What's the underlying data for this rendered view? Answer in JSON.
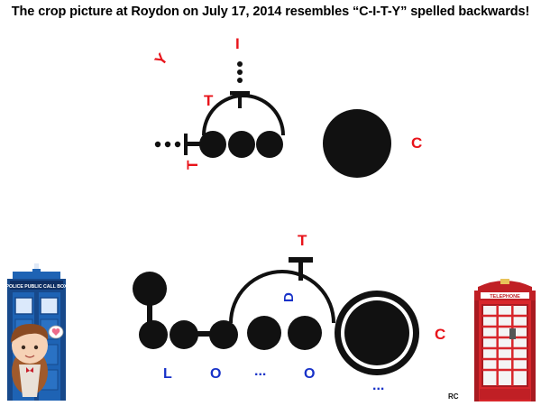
{
  "headline": "The crop picture at Roydon on July 17, 2014 resembles “C-I-T-Y” spelled backwards!",
  "top_glyph": {
    "letter_y": "Y",
    "letter_i": "I",
    "letter_t_upper": "T",
    "letter_t_side": "T",
    "letter_c": "C"
  },
  "bottom_glyph": {
    "letter_t": "T",
    "letter_d": "D",
    "letter_c": "C",
    "letter_l": "L",
    "letter_o1": "O",
    "ellipsis1": "...",
    "letter_o2": "O",
    "ellipsis2": "..."
  },
  "credit": "RC",
  "tardis": {
    "sign": "POLICE PUBLIC CALL BOX"
  },
  "phone_box": {
    "sign": "TELEPHONE"
  },
  "colors": {
    "red": "#e8141b",
    "blue": "#1832c8",
    "black": "#111111",
    "tardis_blue": "#1e63b4",
    "phone_red": "#d8262b"
  }
}
